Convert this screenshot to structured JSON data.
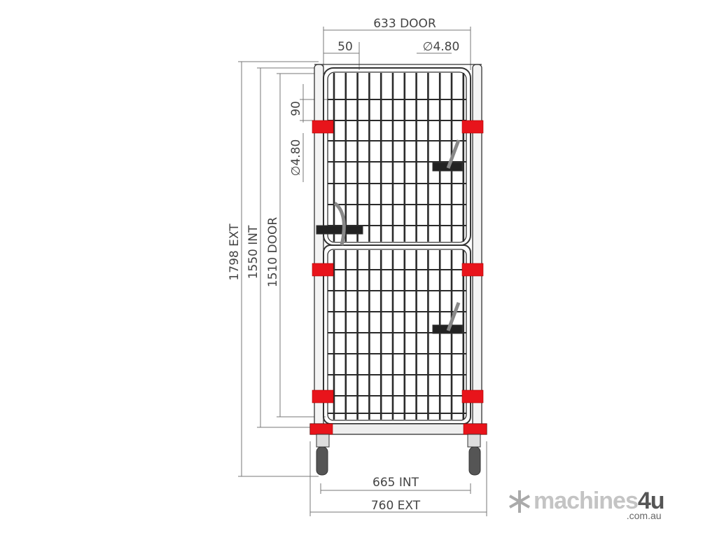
{
  "dimensions": {
    "door_width": "633 DOOR",
    "bar_spacing_top": "50",
    "wire_diameter_top": "∅4.80",
    "bar_spacing_side": "90",
    "wire_diameter_side": "∅4.80",
    "height_ext": "1798 EXT",
    "height_int": "1550 INT",
    "height_door": "1510 DOOR",
    "width_int": "665 INT",
    "width_ext": "760 EXT"
  },
  "logo": {
    "name_light": "machines",
    "name_dark": "4u",
    "domain": ".com.au"
  },
  "colors": {
    "accent_red": "#e8141b",
    "line": "#333333",
    "dim": "#777777"
  }
}
